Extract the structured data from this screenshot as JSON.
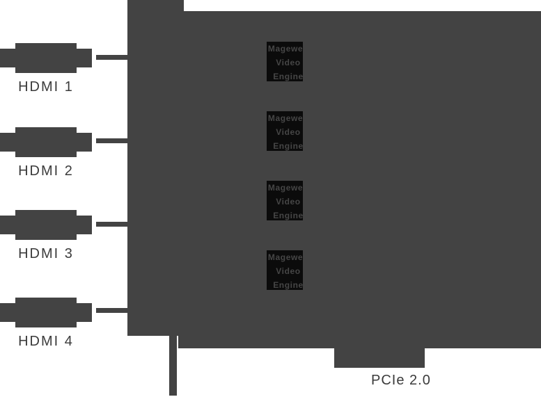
{
  "diagram": {
    "type": "hardware-block-diagram",
    "colors": {
      "background": "#ffffff",
      "board": "#434343",
      "engine_block": "#0b0b0b",
      "label_text": "#3b3b3b",
      "engine_text": "#464646"
    },
    "inputs": [
      {
        "label": "HDMI 1"
      },
      {
        "label": "HDMI 2"
      },
      {
        "label": "HDMI 3"
      },
      {
        "label": "HDMI 4"
      }
    ],
    "engine_blocks": [
      {
        "lines": [
          "Magewell",
          "Video",
          "Engine"
        ]
      },
      {
        "lines": [
          "Magewell",
          "Video",
          "Engine"
        ]
      },
      {
        "lines": [
          "Magewell",
          "Video",
          "Engine"
        ]
      },
      {
        "lines": [
          "Magewell",
          "Video",
          "Engine"
        ]
      }
    ],
    "bus_label": "PCIe 2.0"
  }
}
